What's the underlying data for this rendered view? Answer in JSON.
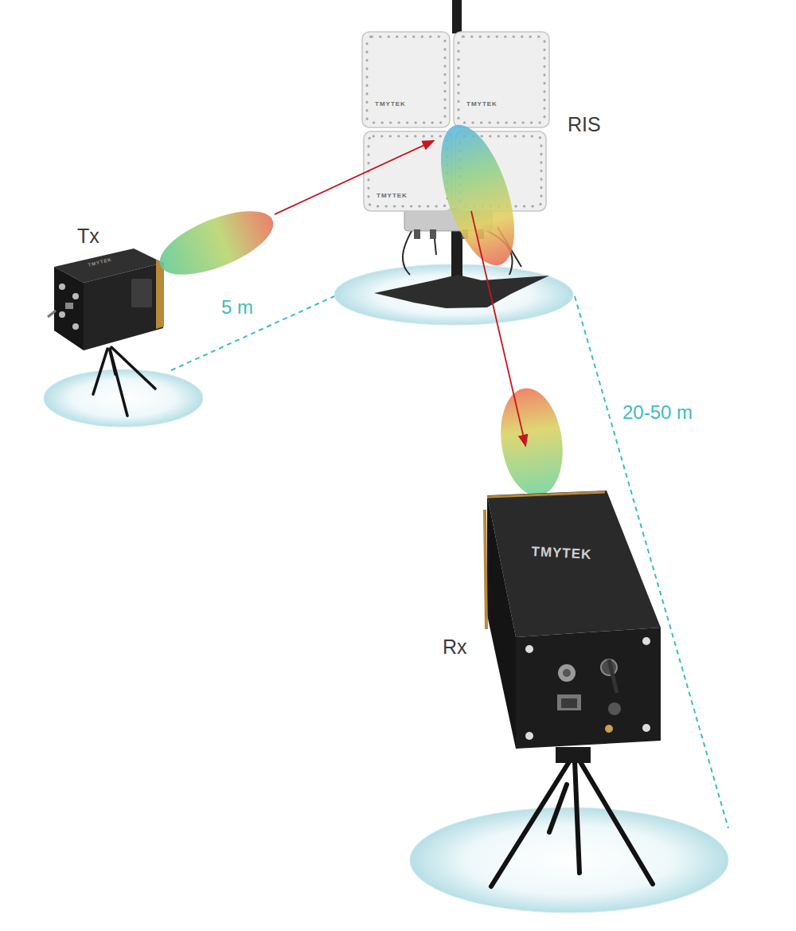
{
  "diagram": {
    "nodes": [
      {
        "text": [
          "Tx"
        ]
      },
      {
        "text": [
          "RIS"
        ]
      },
      {
        "text": [
          "Rx"
        ]
      }
    ],
    "edges": [
      {
        "from": 0,
        "to": 1,
        "arrow": "to"
      },
      {
        "from": 1,
        "to": 2,
        "arrow": "to"
      }
    ],
    "labels": [
      "5 m",
      "20-50 m",
      "TMYTEK",
      "TMYTEK",
      "TMYTEK",
      "TMYTEK",
      "TMYTEK"
    ]
  }
}
